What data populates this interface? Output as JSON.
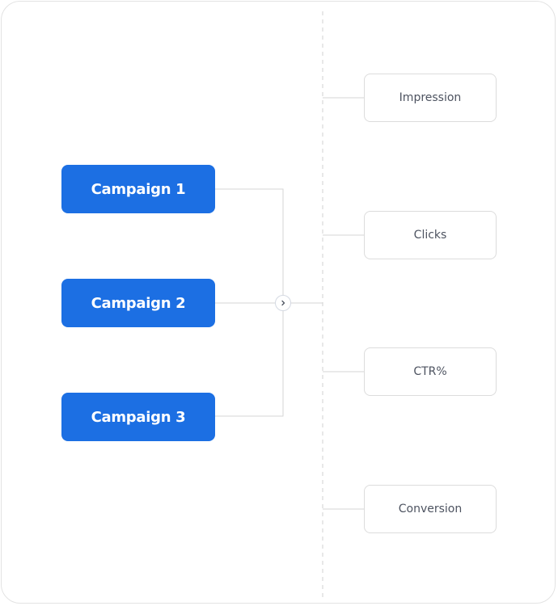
{
  "campaigns": [
    {
      "label": "Campaign 1"
    },
    {
      "label": "Campaign 2"
    },
    {
      "label": "Campaign 3"
    }
  ],
  "metrics": [
    {
      "label": "Impression"
    },
    {
      "label": "Clicks"
    },
    {
      "label": "CTR%"
    },
    {
      "label": "Conversion"
    }
  ],
  "colors": {
    "campaign_fill": "#1c6fe3",
    "campaign_text": "#ffffff",
    "metric_border": "#dcdcdc",
    "metric_text": "#4d5360",
    "connector": "#d6d6d6",
    "divider": "#d9d9d9"
  },
  "junction": {
    "icon": "chevron-right-icon"
  }
}
